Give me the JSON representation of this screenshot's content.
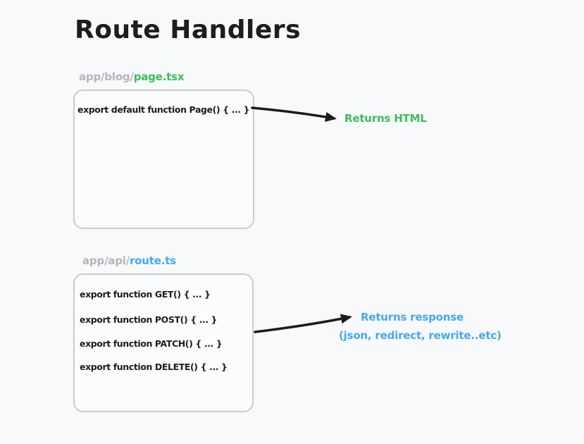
{
  "page": {
    "title": "Route Handlers"
  },
  "colors": {
    "background": "#f8f9fa",
    "ink": "#1d1d1d",
    "gray": "#b3b6ba",
    "green": "#3bbd5d",
    "blue": "#42a9f5",
    "box_fill": "#fbfcfd",
    "box_border": "#c9ccd1",
    "arrow": "#1b1b1b"
  },
  "page_section": {
    "path_prefix": "app/blog/",
    "path_file": "page.tsx",
    "code_lines": {
      "0": "export default function Page() { ... }"
    },
    "arrow_label": "Returns HTML"
  },
  "api_section": {
    "path_prefix": "app/api/",
    "path_file": "route.ts",
    "code_lines": {
      "0": "export function GET() { ... }",
      "1": "export function POST() { ... }",
      "2": "export function PATCH() { ... }",
      "3": "export function DELETE() { ... }"
    },
    "arrow_label_line1": "Returns response",
    "arrow_label_line2": "(json, redirect, rewrite..etc)"
  }
}
